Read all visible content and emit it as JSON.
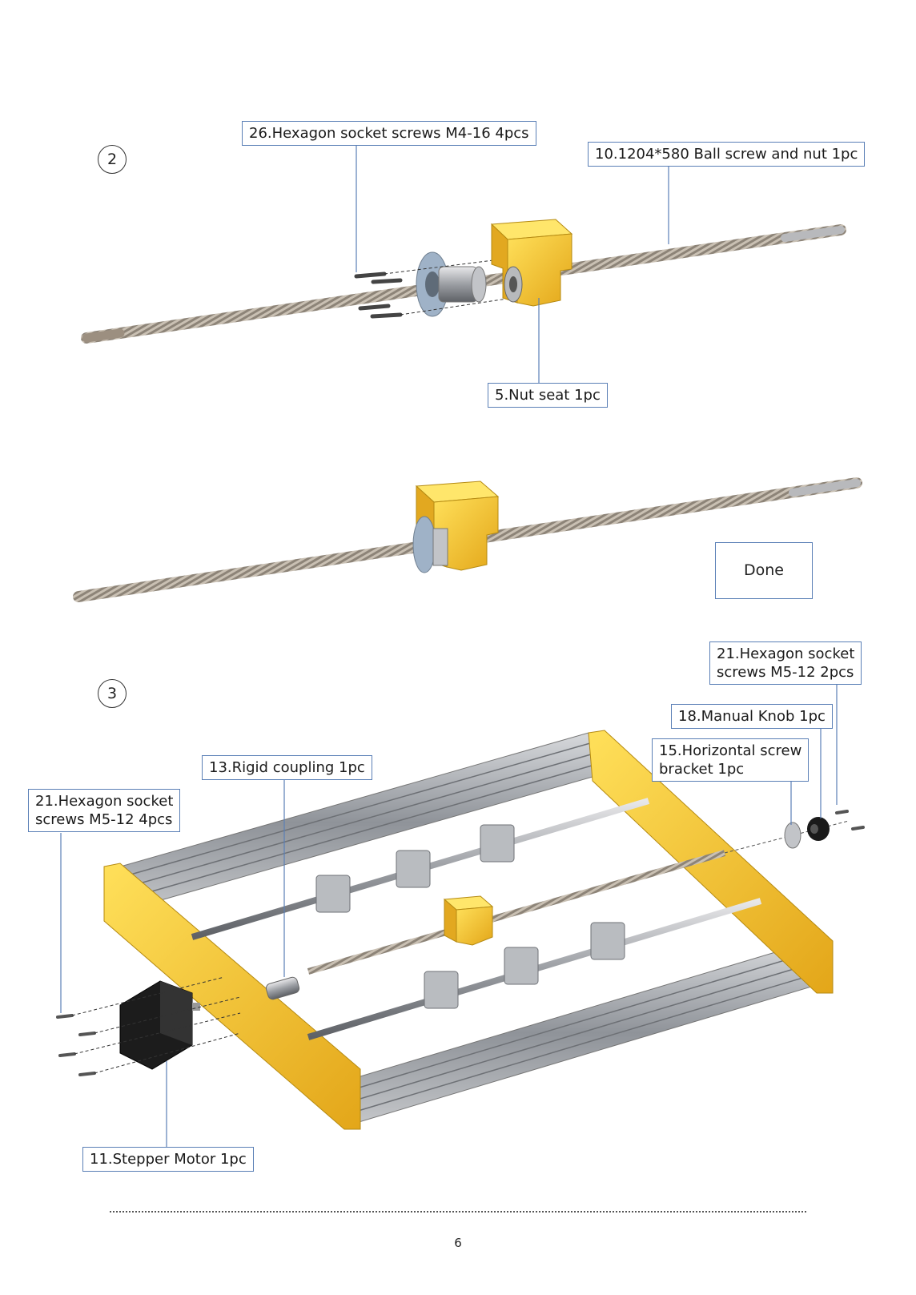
{
  "steps": {
    "two": "2",
    "three": "3"
  },
  "labels": {
    "hex_m4": "26.Hexagon socket screws M4-16 4pcs",
    "ball_screw": "10.1204*580 Ball screw and nut  1pc",
    "nut_seat": "5.Nut seat 1pc",
    "done": "Done",
    "hex_m5_2_line1": "21.Hexagon socket",
    "hex_m5_2_line2": "screws M5-12 2pcs",
    "manual_knob": "18.Manual Knob  1pc",
    "horiz_bracket_line1": "15.Horizontal screw",
    "horiz_bracket_line2": "bracket  1pc",
    "rigid_coupling": "13.Rigid coupling  1pc",
    "hex_m5_4_line1": "21.Hexagon socket",
    "hex_m5_4_line2": "screws M5-12 4pcs",
    "stepper_motor": "11.Stepper Motor 1pc"
  },
  "page_number": "6",
  "colors": {
    "label_border": "#5a7fb6",
    "frame_yellow": "#f2c12e",
    "rail_gray": "#9a9da3",
    "motor_black": "#1c1c1c"
  }
}
